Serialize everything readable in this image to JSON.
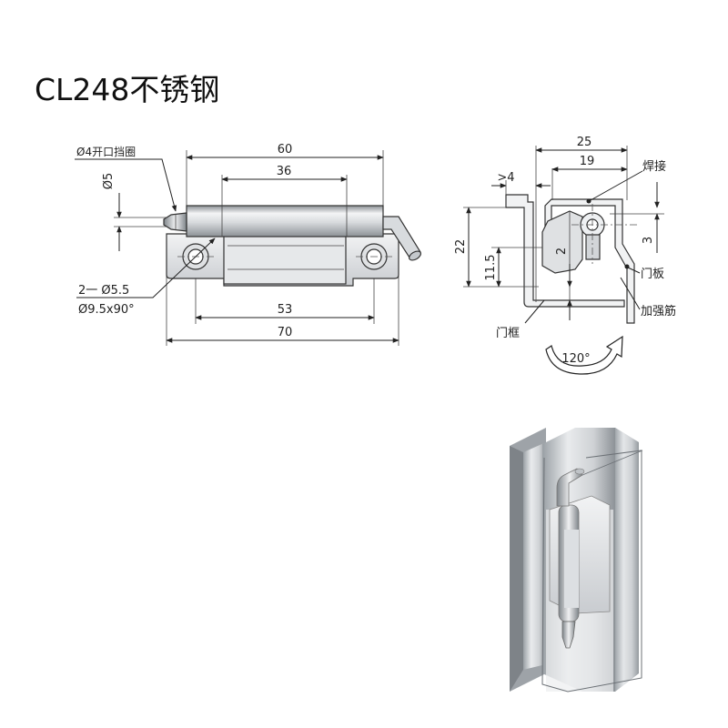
{
  "title": "CL248不锈钢",
  "front_view": {
    "dim_60": "60",
    "dim_36": "36",
    "dim_53": "53",
    "dim_70": "70",
    "dim_phi5": "Ø5",
    "callout_circlip": "Ø4开口挡圈",
    "callout_holes_line1": "2一 Ø5.5",
    "callout_holes_line2": "Ø9.5x90°"
  },
  "side_view": {
    "dim_25": "25",
    "dim_19": "19",
    "dim_gt4": ">4",
    "dim_22": "22",
    "dim_11_5": "11.5",
    "dim_2": "2",
    "dim_3": "3",
    "label_weld": "焊接",
    "label_door_panel": "门板",
    "label_reinforcement": "加强筋",
    "label_door_frame": "门框",
    "angle": "120°"
  },
  "colors": {
    "steel_light": "#eef0f2",
    "steel_mid": "#c4c8cc",
    "steel_dark": "#8a8f94",
    "line": "#222222"
  }
}
